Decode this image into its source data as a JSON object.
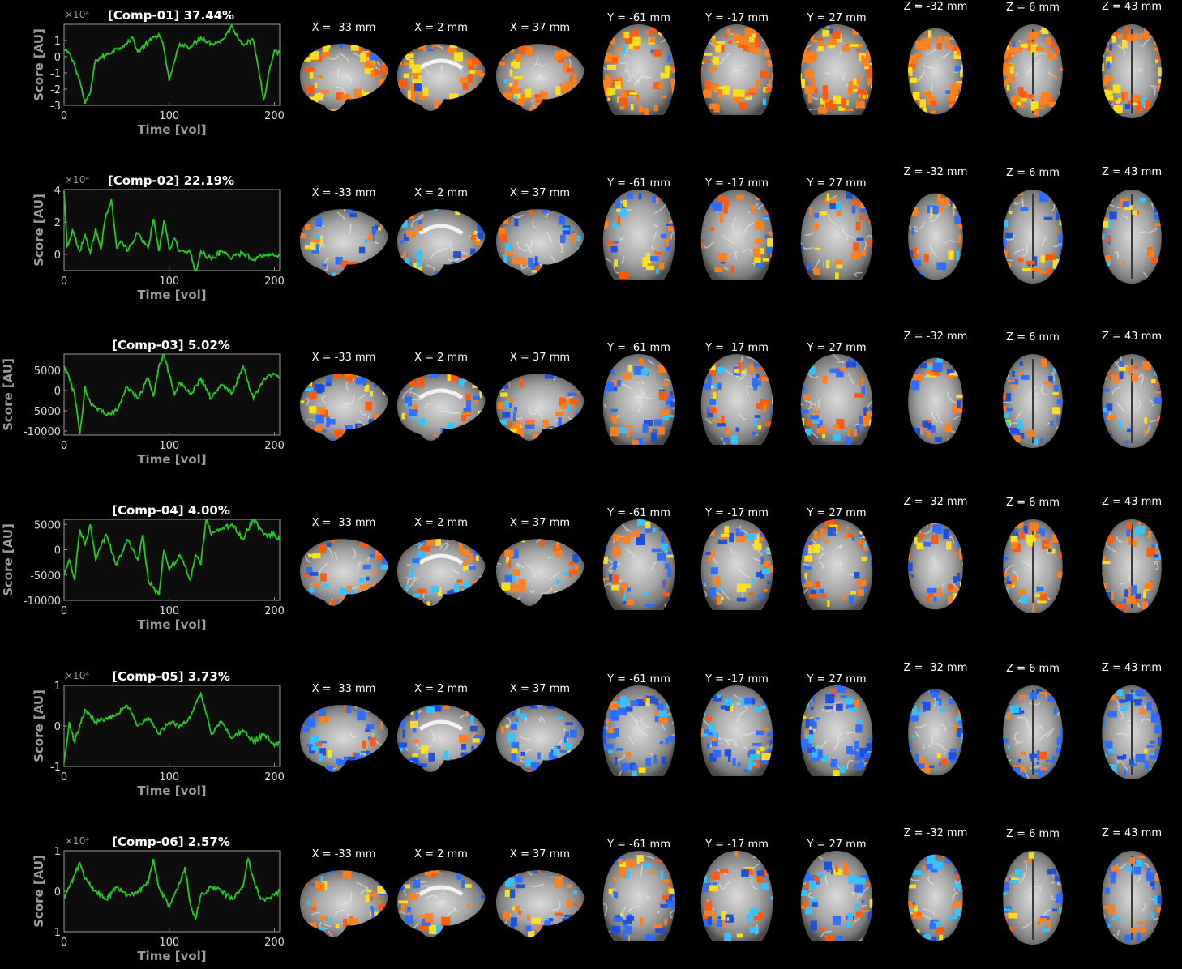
{
  "colors": {
    "background": "#000000",
    "trace": "#22cc22",
    "plot_bg": "#0d0d0d",
    "axis": "#9a9a9a",
    "positive_map": "#ff7f1a",
    "positive_peak": "#ffe11a",
    "negative_map": "#2b6cff",
    "negative_peak": "#33c4ff"
  },
  "slice_labels": {
    "sagittal": [
      "X = -33 mm",
      "X = 2 mm",
      "X = 37 mm"
    ],
    "coronal": [
      "Y = -61 mm",
      "Y = -17 mm",
      "Y = 27 mm"
    ],
    "axial": [
      "Z = -32 mm",
      "Z = 6 mm",
      "Z = 43 mm"
    ]
  },
  "chart_data": [
    {
      "type": "line",
      "title": "[Comp-01] 37.44%",
      "xlabel": "Time [vol]",
      "ylabel": "Score [AU]",
      "exponent": "×10⁴",
      "xlim": [
        0,
        205
      ],
      "ylim": [
        -3,
        2
      ],
      "xticks": [
        0,
        100,
        200
      ],
      "yticks": [
        -3,
        -2,
        -1,
        0,
        1
      ],
      "series": [
        {
          "x": [
            0,
            5,
            10,
            15,
            20,
            25,
            30,
            40,
            50,
            60,
            65,
            70,
            80,
            90,
            95,
            100,
            105,
            110,
            120,
            130,
            140,
            150,
            160,
            165,
            170,
            180,
            185,
            190,
            195,
            200,
            205
          ],
          "values": [
            0.4,
            0.2,
            -0.5,
            -1.5,
            -2.9,
            -2.2,
            -0.2,
            0.1,
            0.5,
            0.8,
            1.2,
            0.3,
            0.9,
            1.4,
            0.5,
            -1.5,
            -0.3,
            0.8,
            0.6,
            1.2,
            0.8,
            1.0,
            1.9,
            1.2,
            0.8,
            1.0,
            -0.8,
            -2.6,
            -0.9,
            0.4,
            0.2
          ]
        }
      ]
    },
    {
      "type": "line",
      "title": "[Comp-02] 22.19%",
      "xlabel": "Time [vol]",
      "ylabel": "Score [AU]",
      "exponent": "×10⁴",
      "xlim": [
        0,
        205
      ],
      "ylim": [
        -1,
        4
      ],
      "xticks": [
        0,
        100,
        200
      ],
      "yticks": [
        0,
        2,
        4
      ],
      "series": [
        {
          "x": [
            0,
            3,
            8,
            15,
            20,
            25,
            30,
            35,
            40,
            45,
            50,
            55,
            60,
            70,
            80,
            85,
            90,
            95,
            100,
            105,
            110,
            120,
            125,
            130,
            140,
            150,
            160,
            170,
            180,
            190,
            200,
            205
          ],
          "values": [
            3.9,
            0.5,
            1.5,
            0.2,
            1.2,
            0.1,
            1.6,
            0.3,
            2.5,
            3.4,
            0.4,
            0.8,
            0.2,
            1.3,
            0.4,
            2.2,
            0.2,
            2.1,
            0.3,
            1.0,
            0.2,
            0.1,
            -1.2,
            0.2,
            -0.3,
            0.2,
            -0.2,
            0.1,
            -0.3,
            0.0,
            -0.1,
            0.0
          ]
        }
      ]
    },
    {
      "type": "line",
      "title": "[Comp-03] 5.02%",
      "xlabel": "Time [vol]",
      "ylabel": "Score [AU]",
      "exponent": "",
      "xlim": [
        0,
        205
      ],
      "ylim": [
        -11000,
        9000
      ],
      "xticks": [
        0,
        100,
        200
      ],
      "yticks": [
        -10000,
        -5000,
        0,
        5000
      ],
      "series": [
        {
          "x": [
            0,
            5,
            10,
            15,
            20,
            25,
            30,
            40,
            50,
            60,
            70,
            80,
            85,
            90,
            95,
            100,
            105,
            110,
            120,
            130,
            140,
            150,
            160,
            170,
            180,
            190,
            200,
            205
          ],
          "values": [
            6000,
            3000,
            -1000,
            -11000,
            1000,
            -3000,
            -4000,
            -6000,
            -5000,
            1000,
            -2000,
            3000,
            -1500,
            6000,
            9000,
            4000,
            -1000,
            2000,
            -1000,
            3000,
            -2000,
            1500,
            -500,
            6000,
            -2000,
            3000,
            4000,
            3000
          ]
        }
      ]
    },
    {
      "type": "line",
      "title": "[Comp-04] 4.00%",
      "xlabel": "Time [vol]",
      "ylabel": "Score [AU]",
      "exponent": "",
      "xlim": [
        0,
        205
      ],
      "ylim": [
        -10000,
        6000
      ],
      "xticks": [
        0,
        100,
        200
      ],
      "yticks": [
        -10000,
        -5000,
        0,
        5000
      ],
      "series": [
        {
          "x": [
            0,
            5,
            10,
            15,
            20,
            25,
            30,
            40,
            50,
            60,
            70,
            75,
            80,
            90,
            95,
            100,
            110,
            120,
            125,
            130,
            135,
            140,
            150,
            160,
            170,
            180,
            190,
            200,
            205
          ],
          "values": [
            -5000,
            -2000,
            -6000,
            4000,
            1000,
            5000,
            -2000,
            3000,
            -3000,
            2000,
            -2000,
            3000,
            -6000,
            -9000,
            0,
            -4000,
            -1000,
            -6000,
            -1000,
            -3000,
            6000,
            3000,
            4000,
            5000,
            2000,
            6000,
            3000,
            3000,
            2000
          ]
        }
      ]
    },
    {
      "type": "line",
      "title": "[Comp-05] 3.73%",
      "xlabel": "Time [vol]",
      "ylabel": "Score [AU]",
      "exponent": "×10⁴",
      "xlim": [
        0,
        205
      ],
      "ylim": [
        -1,
        1
      ],
      "xticks": [
        0,
        100,
        200
      ],
      "yticks": [
        -1,
        0,
        1
      ],
      "series": [
        {
          "x": [
            0,
            5,
            10,
            20,
            30,
            40,
            50,
            60,
            65,
            70,
            80,
            90,
            100,
            110,
            120,
            130,
            135,
            140,
            150,
            160,
            170,
            180,
            190,
            200,
            205
          ],
          "values": [
            -0.9,
            0.1,
            -0.4,
            0.4,
            0.1,
            0.2,
            0.3,
            0.5,
            0.3,
            0.0,
            0.2,
            -0.2,
            0.1,
            0.0,
            0.2,
            0.8,
            0.3,
            -0.2,
            0.1,
            -0.3,
            -0.1,
            -0.4,
            -0.2,
            -0.5,
            -0.4
          ]
        }
      ]
    },
    {
      "type": "line",
      "title": "[Comp-06] 2.57%",
      "xlabel": "Time [vol]",
      "ylabel": "Score [AU]",
      "exponent": "×10⁴",
      "xlim": [
        0,
        205
      ],
      "ylim": [
        -1,
        1
      ],
      "xticks": [
        0,
        100,
        200
      ],
      "yticks": [
        -1,
        0,
        1
      ],
      "series": [
        {
          "x": [
            0,
            5,
            10,
            15,
            20,
            30,
            40,
            50,
            60,
            70,
            80,
            85,
            90,
            100,
            110,
            115,
            120,
            125,
            130,
            140,
            150,
            160,
            170,
            175,
            180,
            185,
            190,
            200,
            205
          ],
          "values": [
            -0.2,
            0.1,
            0.4,
            0.7,
            0.3,
            0.0,
            -0.2,
            0.1,
            -0.1,
            0.0,
            0.2,
            0.8,
            0.1,
            -0.4,
            0.2,
            0.6,
            -0.3,
            -0.7,
            -0.1,
            0.1,
            0.0,
            -0.2,
            0.1,
            0.8,
            0.3,
            -0.1,
            -0.2,
            -0.1,
            0.0
          ]
        }
      ]
    }
  ],
  "maps": [
    {
      "component": "Comp-01",
      "pattern": "positive-widespread"
    },
    {
      "component": "Comp-02",
      "pattern": "frontal-positive-negative-rim"
    },
    {
      "component": "Comp-03",
      "pattern": "mixed-lateral-negative"
    },
    {
      "component": "Comp-04",
      "pattern": "default-mode-positive"
    },
    {
      "component": "Comp-05",
      "pattern": "negative-dominant"
    },
    {
      "component": "Comp-06",
      "pattern": "rim-mixed"
    }
  ]
}
